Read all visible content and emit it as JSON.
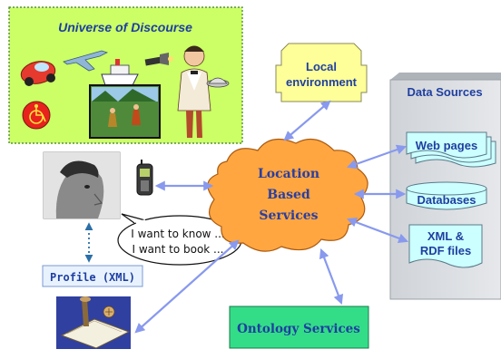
{
  "universe": {
    "title": "Universe of Discourse"
  },
  "local_env": {
    "label_line1": "Local",
    "label_line2": "environment"
  },
  "data_sources": {
    "title": "Data Sources",
    "items": [
      {
        "label": "Web pages"
      },
      {
        "label": "Databases"
      },
      {
        "label_line1": "XML &",
        "label_line2": "RDF files"
      }
    ]
  },
  "lbs": {
    "line1": "Location",
    "line2": "Based",
    "line3": "Services"
  },
  "speech": {
    "line1": "I want to know ...",
    "line2": "I want to book ..."
  },
  "profile": {
    "label": "Profile (XML)"
  },
  "ontology": {
    "label": "Ontology Services"
  },
  "colors": {
    "universe_bg": "#ccff66",
    "yellow_box": "#ffff99",
    "cloud": "#ffa640",
    "data_panel": "#dde1e5",
    "cyan_box": "#ccffff",
    "green_box": "#33dd88",
    "connector": "#8899ee",
    "text_blue": "#1f3fa0"
  }
}
